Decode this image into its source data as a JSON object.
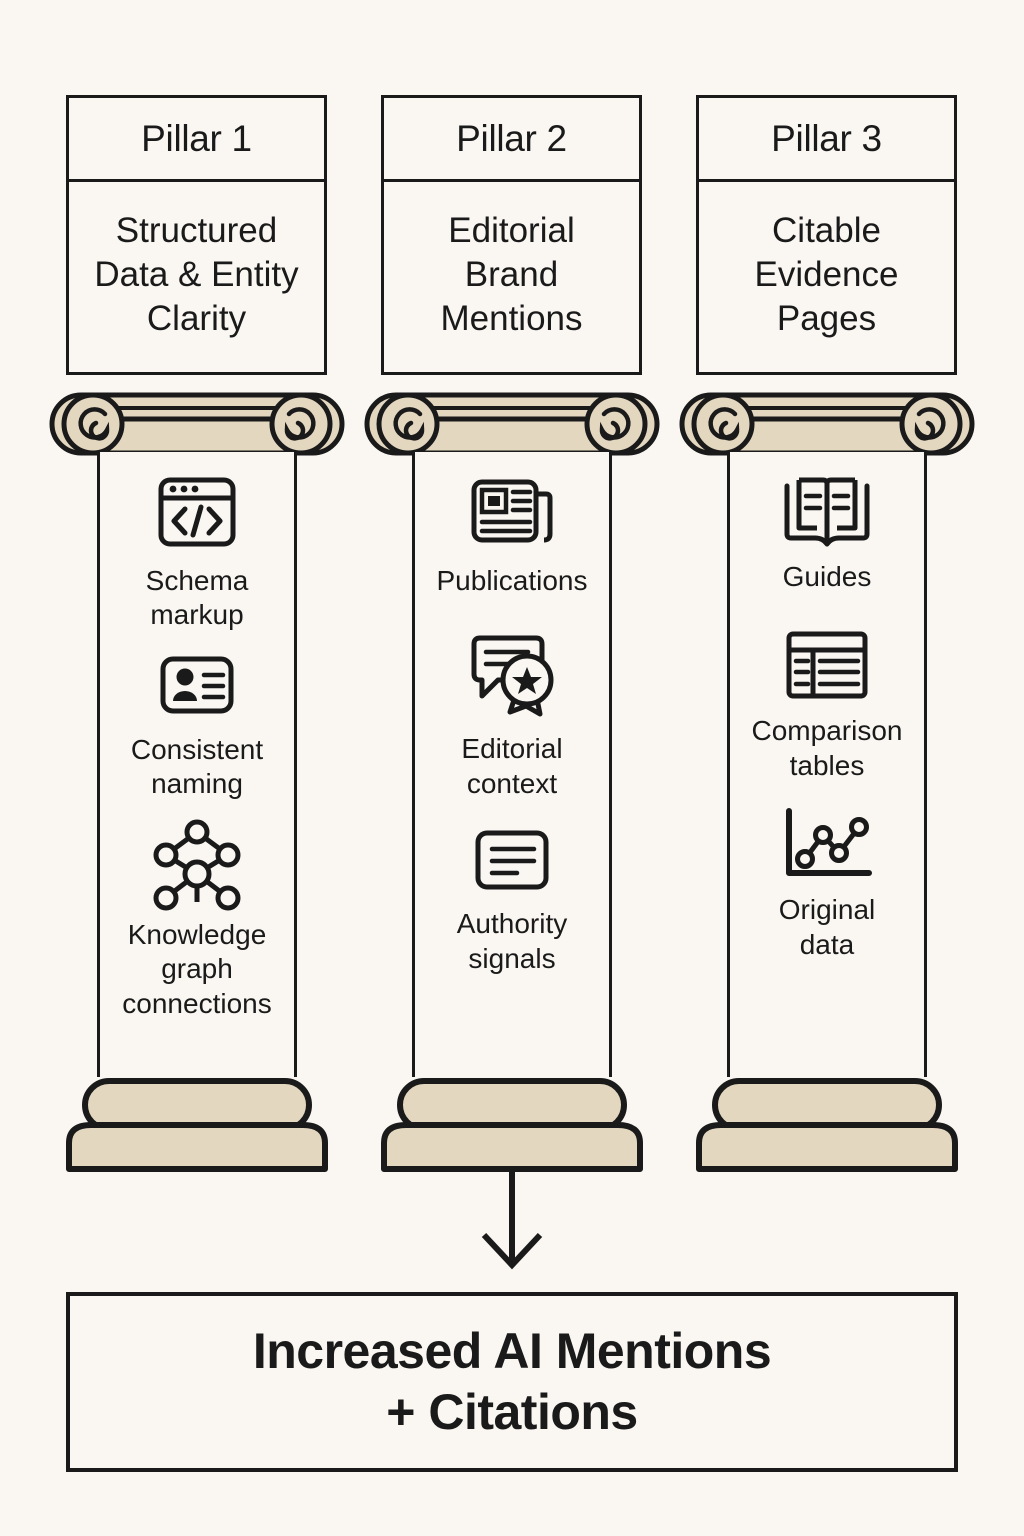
{
  "canvas": {
    "background_color": "#FAF7F2",
    "ink_color": "#1A1A1A",
    "stone_color": "#E4D7C0"
  },
  "pillars": [
    {
      "number_label": "Pillar 1",
      "subtitle": "Structured\nData & Entity\nClarity",
      "features": [
        {
          "icon": "code-window-icon",
          "label": "Schema\nmarkup"
        },
        {
          "icon": "id-card-icon",
          "label": "Consistent\nnaming"
        },
        {
          "icon": "knowledge-graph-icon",
          "label": "Knowledge\ngraph\nconnections"
        }
      ]
    },
    {
      "number_label": "Pillar 2",
      "subtitle": "Editorial\nBrand\nMentions",
      "features": [
        {
          "icon": "newspaper-icon",
          "label": "Publications"
        },
        {
          "icon": "speech-bubble-award-icon",
          "label": "Editorial\ncontext"
        },
        {
          "icon": "document-lines-icon",
          "label": "Authority\nsignals"
        }
      ]
    },
    {
      "number_label": "Pillar 3",
      "subtitle": "Citable\nEvidence\nPages",
      "features": [
        {
          "icon": "open-book-icon",
          "label": "Guides"
        },
        {
          "icon": "table-grid-icon",
          "label": "Comparison\ntables"
        },
        {
          "icon": "line-chart-icon",
          "label": "Original\ndata"
        }
      ]
    }
  ],
  "flow": {
    "arrow_icon": "down-arrow-icon",
    "arrow_direction": "down"
  },
  "outcome": {
    "text": "Increased AI Mentions\n+ Citations"
  }
}
